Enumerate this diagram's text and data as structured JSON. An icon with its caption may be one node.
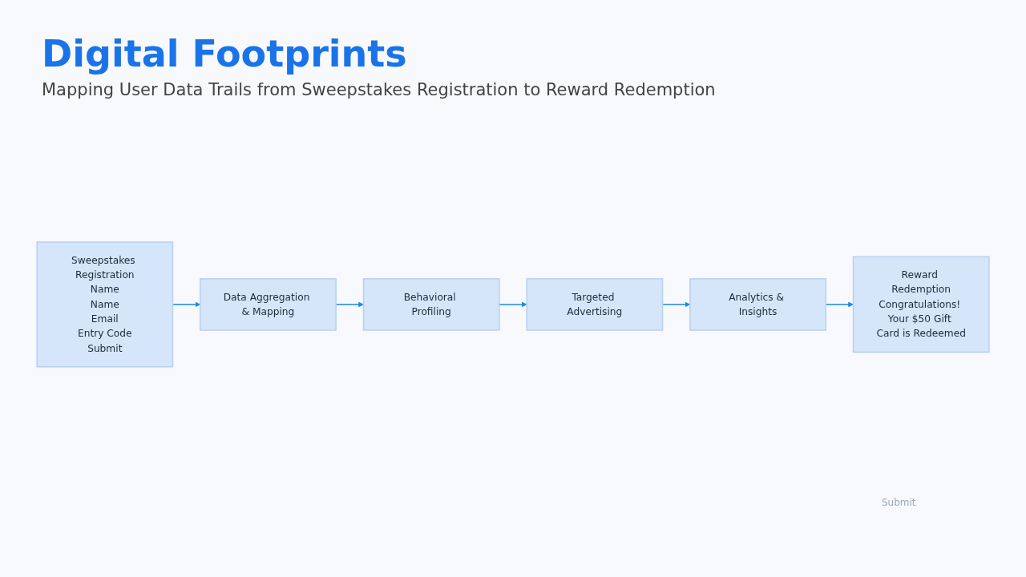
{
  "diagram": {
    "title": "Digital Footprints",
    "caption": "Mapping User Data Trails from Sweepstakes Registration to Reward Redemption",
    "nodes": [
      {
        "text": [
          "Sweepstakes Registration",
          "Name",
          "Name",
          "Email",
          "Entry Code",
          "Submit"
        ]
      },
      {
        "text": [
          "Data Aggregation & Mapping"
        ]
      },
      {
        "text": [
          "Behavioral Profiling"
        ]
      },
      {
        "text": [
          "Targeted Advertising"
        ]
      },
      {
        "text": [
          "Analytics & Insights"
        ]
      },
      {
        "text": [
          "Reward Redemption",
          "Congratulations! Your $50 Gift Card is Redeemed"
        ]
      }
    ],
    "edges": [
      {
        "from": 0,
        "to": 1,
        "arrow": "to"
      },
      {
        "from": 1,
        "to": 2,
        "arrow": "to"
      },
      {
        "from": 2,
        "to": 3,
        "arrow": "to"
      },
      {
        "from": 3,
        "to": 4,
        "arrow": "to"
      },
      {
        "from": 4,
        "to": 5,
        "arrow": "to"
      }
    ],
    "labels": [
      "Submit"
    ]
  }
}
